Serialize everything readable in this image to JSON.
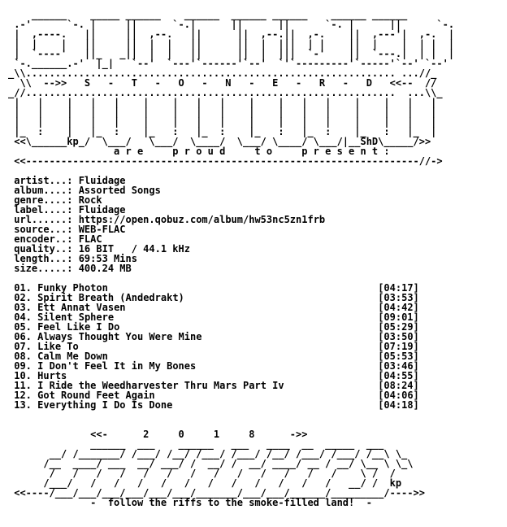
{
  "header_art": [
    "    ______    _____ ______    ______  ______ ______    ______ ______",
    " .-'      `-. |     ||      `-.|      ||      ||      `-. |      ||      `-.",
    " |  ,----.   ||     ||  ,--.   ||      ||  ,--.||  ,-.    ||  ,---'|  ,-.  |",
    " |  |    |   ||     ||  |  |   ||      ||  |  |||  | |    ||  |    |  | |  |",
    " |  `----'   ||_   _||  |  |   ||      ||  |  |||  `-'    ||  `---.|  | |  |",
    " `-.______.-'  |_|   `--'  `---'`------'`--'  `'`---------'`-----'`--' `--'",
    "_\\\\............................................................... ...//_",
    "  \\\\  -->>   S   -   T   -   O   -   N   -   E   -   R   -   D   <<--  //",
    "_//...............................................................  ...\\\\_",
    " |   |    |   |   |    |    |   |   |    |    |   |   |    |    |   |   |",
    " |   |    |   |   |    |    |   |   |    |    |   |   |    |    |   |   |",
    " |   |    |   |   |    |    |   |   |    |    |   |   |    |    |   |   |",
    " |_  :    |   |_  :    |_   :   |_  :    |_   :   |_  :    |_   :   |_  |",
    " <<\\______kp_/  \\___/   \\___/  \\____/  \\___/ \\____/ \\___/|__ShD\\_____/>>"
  ],
  "present_line": "                  a r e     p r o u d     t o     p r e s e n t :",
  "present_rule": " <<-------------------------------------------------------------------//->",
  "info": [
    {
      "key": " artist...: ",
      "value": "Fluidage"
    },
    {
      "key": " album....: ",
      "value": "Assorted Songs"
    },
    {
      "key": " genre....: ",
      "value": "Rock"
    },
    {
      "key": " label....: ",
      "value": "Fluidage"
    },
    {
      "key": " url......: ",
      "value": "https://open.qobuz.com/album/hw53nc5zn1frb"
    },
    {
      "key": " source...: ",
      "value": "WEB-FLAC"
    },
    {
      "key": " encoder..: ",
      "value": "FLAC"
    },
    {
      "key": " quality..: ",
      "value": "16 BIT   / 44.1 kHz"
    },
    {
      "key": " length...: ",
      "value": "69:53 Mins"
    },
    {
      "key": " size.....: ",
      "value": "400.24 MB"
    }
  ],
  "tracks": [
    {
      "no": "01.",
      "title": "Funky Photon",
      "time": "[04:17]"
    },
    {
      "no": "02.",
      "title": "Spirit Breath (Andedrakt)",
      "time": "[03:53]"
    },
    {
      "no": "03.",
      "title": "Ett Annat Vasen",
      "time": "[04:42]"
    },
    {
      "no": "04.",
      "title": "Silent Sphere",
      "time": "[09:01]"
    },
    {
      "no": "05.",
      "title": "Feel Like I Do",
      "time": "[05:29]"
    },
    {
      "no": "06.",
      "title": "Always Thought You Were Mine",
      "time": "[03:50]"
    },
    {
      "no": "07.",
      "title": "Like To",
      "time": "[07:19]"
    },
    {
      "no": "08.",
      "title": "Calm Me Down",
      "time": "[05:53]"
    },
    {
      "no": "09.",
      "title": "I Don't Feel It in My Bones",
      "time": "[03:46]"
    },
    {
      "no": "10.",
      "title": "Hurts",
      "time": "[04:55]"
    },
    {
      "no": "11.",
      "title": "I Ride the Weedharvester Thru Mars Part Iv",
      "time": "[08:24]"
    },
    {
      "no": "12.",
      "title": "Got Round Feet Again",
      "time": "[04:06]"
    },
    {
      "no": "13.",
      "title": "Everything I Do Is Done",
      "time": "[04:18]"
    }
  ],
  "year_line": "              <<-      2     0     1     8      ->>",
  "footer_art": [
    "              ______  ___    ______   ___   ____  __  _____  ___",
    "       __/ /_______/ /___/ /__/ /___/ /___/ /__/ /___/ /___/ /__\\ \\_",
    "      /__  ____/ ___  __/ ___/ /  __/ /  __/ ____/ __ / __/ \\__ \\ \\_\\",
    "       /   /   /   /   /   /   /   /   /   /   /   /   /    \\ /  /",
    "      /___/   /   /   /   /   /   /   /   /   /   /   /   __/ /  kp",
    " <<----/___/___/___/___/___/___/_______/___/___/______/_________/---->>"
  ],
  "tagline": "              -  follow the riffs to the smoke-filled land!  -"
}
